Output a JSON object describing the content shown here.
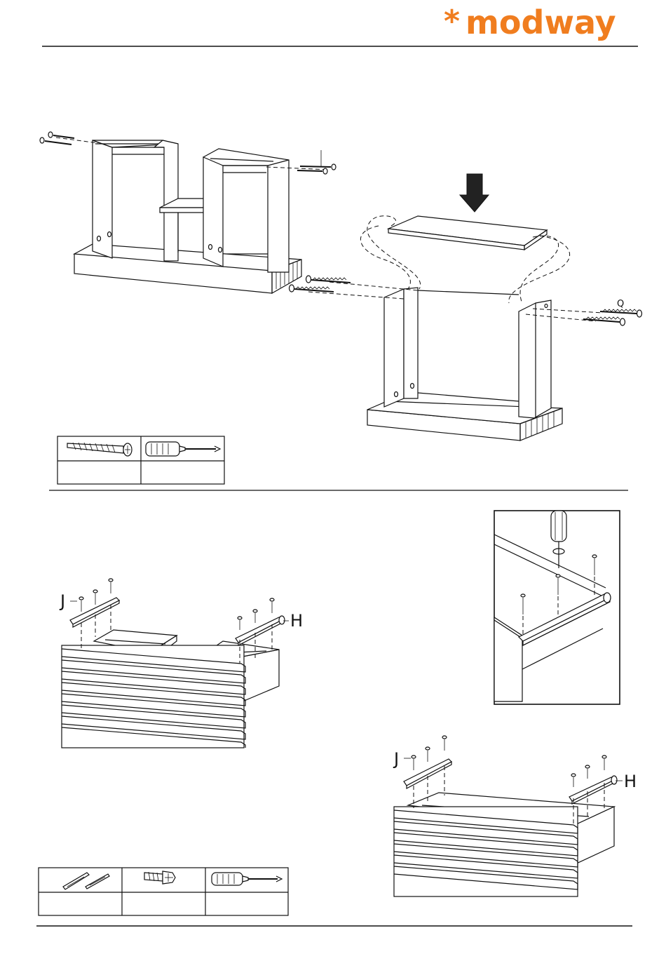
{
  "brand": {
    "name": "modway",
    "star": "*",
    "color": "#f07d1f"
  },
  "step_a": {
    "screw_label": "Q",
    "parts_table": {
      "icons": [
        "screw-icon",
        "screwdriver-icon"
      ],
      "quantities": [
        "",
        ""
      ]
    }
  },
  "step_b": {
    "part_labels": {
      "left_slide": "J",
      "right_slide": "H"
    },
    "parts_table": {
      "icons": [
        "drawer-slide-icon",
        "screw-icon",
        "screwdriver-icon"
      ],
      "quantities": [
        "",
        "",
        ""
      ]
    }
  }
}
